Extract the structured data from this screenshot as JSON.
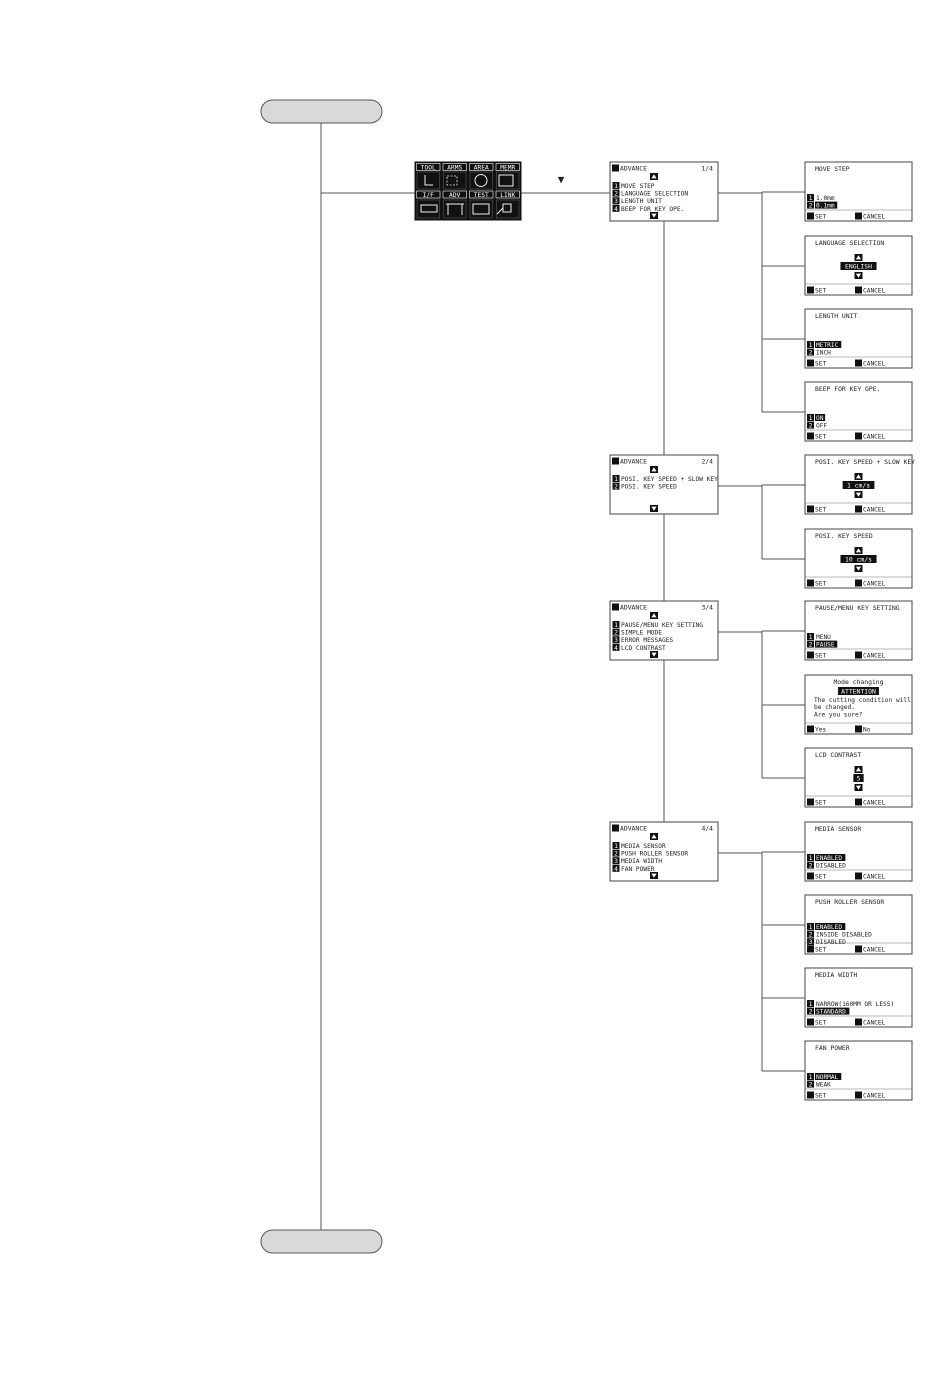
{
  "menu_panel": {
    "top_tabs": [
      "TOOL",
      "ARMS",
      "AREA",
      "MEMR"
    ],
    "bottom_tabs": [
      "I/F",
      "ADV",
      "TEST",
      "LINK"
    ],
    "arrow_glyph": "▼"
  },
  "icons": {
    "up": "up-arrow-icon",
    "down": "down-arrow-icon",
    "selected_box": "selected-number-box-icon"
  },
  "advance_screens": [
    {
      "title": "ADVANCE",
      "page": "1/4",
      "items": [
        "MOVE STEP",
        "LANGUAGE SELECTION",
        "LENGTH UNIT",
        "BEEP FOR KEY OPE."
      ],
      "has_up": true,
      "has_down": true
    },
    {
      "title": "ADVANCE",
      "page": "2/4",
      "items": [
        "POSI. KEY SPEED + SLOW KEY",
        "POSI. KEY SPEED"
      ],
      "has_up": true,
      "has_down": true
    },
    {
      "title": "ADVANCE",
      "page": "3/4",
      "items": [
        "PAUSE/MENU KEY SETTING",
        "SIMPLE MODE",
        "ERROR MESSAGES",
        "LCD CONTRAST"
      ],
      "has_up": true,
      "has_down": true
    },
    {
      "title": "ADVANCE",
      "page": "4/4",
      "items": [
        "MEDIA SENSOR",
        "PUSH ROLLER SENSOR",
        "MEDIA WIDTH",
        "FAN POWER"
      ],
      "has_up": true,
      "has_down": true
    }
  ],
  "setting_screens": [
    {
      "title": "MOVE STEP",
      "lines": [
        {
          "num": "1",
          "text": "1.0mm",
          "sel": false
        },
        {
          "num": "2",
          "text": "0.1mm",
          "sel": true
        }
      ],
      "footer_left": "SET",
      "footer_right": "CANCEL"
    },
    {
      "title": "LANGUAGE SELECTION",
      "value": "ENGLISH",
      "footer_left": "SET",
      "footer_right": "CANCEL"
    },
    {
      "title": "LENGTH UNIT",
      "lines": [
        {
          "num": "1",
          "text": "METRIC",
          "sel": true
        },
        {
          "num": "2",
          "text": "INCH",
          "sel": false
        }
      ],
      "footer_left": "SET",
      "footer_right": "CANCEL"
    },
    {
      "title": "BEEP FOR KEY OPE.",
      "lines": [
        {
          "num": "1",
          "text": "ON",
          "sel": true
        },
        {
          "num": "2",
          "text": "OFF",
          "sel": false
        }
      ],
      "footer_left": "SET",
      "footer_right": "CANCEL"
    },
    {
      "title": "POSI. KEY SPEED + SLOW KEY",
      "value": "1 cm/s",
      "footer_left": "SET",
      "footer_right": "CANCEL"
    },
    {
      "title": "POSI. KEY SPEED",
      "value": "10 cm/s",
      "footer_left": "SET",
      "footer_right": "CANCEL"
    },
    {
      "title": "PAUSE/MENU KEY SETTING",
      "lines": [
        {
          "num": "1",
          "text": "MENU",
          "sel": false
        },
        {
          "num": "2",
          "text": "PAUSE",
          "sel": true
        }
      ],
      "footer_left": "SET",
      "footer_right": "CANCEL"
    },
    {
      "title": "Mode changing",
      "badge": "ATTENTION",
      "message": [
        "The cutting condition will",
        "be changed.",
        "Are you sure?"
      ],
      "footer_left": "Yes",
      "footer_right": "No"
    },
    {
      "title": "LCD CONTRAST",
      "value": "5",
      "footer_left": "SET",
      "footer_right": "CANCEL"
    },
    {
      "title": "MEDIA SENSOR",
      "lines": [
        {
          "num": "1",
          "text": "ENABLED",
          "sel": true
        },
        {
          "num": "2",
          "text": "DISABLED",
          "sel": false
        }
      ],
      "footer_left": "SET",
      "footer_right": "CANCEL"
    },
    {
      "title": "PUSH ROLLER SENSOR",
      "lines": [
        {
          "num": "1",
          "text": "ENABLED",
          "sel": true
        },
        {
          "num": "2",
          "text": "INSIDE DISABLED",
          "sel": false
        },
        {
          "num": "3",
          "text": "DISABLED",
          "sel": false
        }
      ],
      "footer_left": "SET",
      "footer_right": "CANCEL"
    },
    {
      "title": "MEDIA WIDTH",
      "lines": [
        {
          "num": "1",
          "text": "NARROW(160MM OR LESS)",
          "sel": false
        },
        {
          "num": "2",
          "text": "STANDARD",
          "sel": true
        }
      ],
      "footer_left": "SET",
      "footer_right": "CANCEL"
    },
    {
      "title": "FAN POWER",
      "lines": [
        {
          "num": "1",
          "text": "NORMAL",
          "sel": true
        },
        {
          "num": "2",
          "text": "WEAK",
          "sel": false
        }
      ],
      "footer_left": "SET",
      "footer_right": "CANCEL"
    }
  ]
}
